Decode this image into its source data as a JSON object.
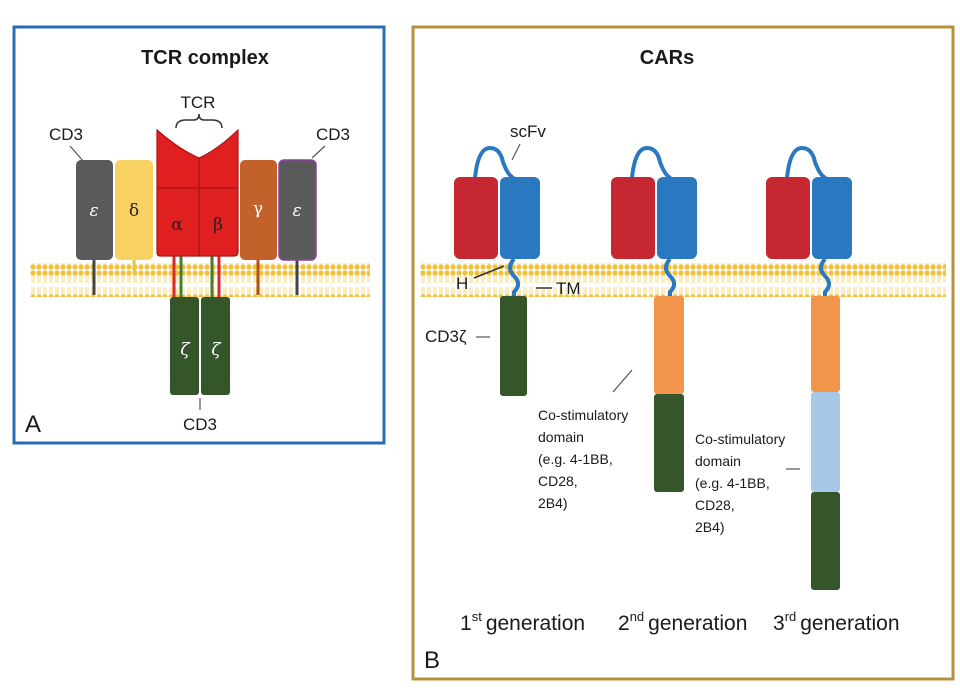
{
  "panel_a": {
    "title": "TCR complex",
    "panel_letter": "A",
    "tcr_label": "TCR",
    "cd3_left": "CD3",
    "cd3_right": "CD3",
    "cd3_bottom": "CD3",
    "chains": {
      "epsilon_left": "ε",
      "delta": "δ",
      "alpha": "α",
      "beta": "β",
      "gamma": "γ",
      "epsilon_right": "ε",
      "zeta_1": "ζ",
      "zeta_2": "ζ"
    },
    "border_color": "#2a6db5"
  },
  "panel_b": {
    "title": "CARs",
    "panel_letter": "B",
    "scfv": "scFv",
    "hinge": "H",
    "tm": "TM",
    "cd3zeta": "CD3ζ",
    "costim_2nd": [
      "Co-stimulatory",
      "domain",
      "(e.g. 4-1BB,",
      "CD28,",
      "2B4)"
    ],
    "costim_3rd": [
      "Co-stimulatory",
      "domain",
      "(e.g. 4-1BB,",
      "CD28,",
      "2B4)"
    ],
    "gen1": {
      "num": "1",
      "sup": "st",
      "word": "generation"
    },
    "gen2": {
      "num": "2",
      "sup": "nd",
      "word": "generation"
    },
    "gen3": {
      "num": "3",
      "sup": "rd",
      "word": "generation"
    },
    "border_color": "#b8903c"
  },
  "colors": {
    "vh_red": "#c62832",
    "vl_blue": "#2a78c0",
    "cd3zeta_green": "#35552a",
    "costim_orange": "#f0954a",
    "costim_lightblue": "#a8c8e8",
    "membrane_yellow": "#f2c84b"
  }
}
